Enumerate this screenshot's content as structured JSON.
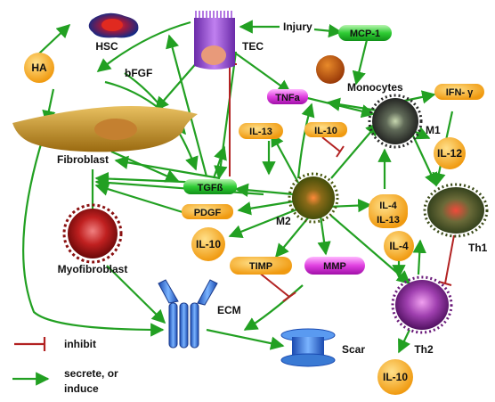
{
  "nodes": {
    "hsc": "HSC",
    "tec": "TEC",
    "injury": "Injury",
    "mcp1": "MCP-1",
    "ha": "HA",
    "bfgf": "bFGF",
    "monocytes": "Monocytes",
    "ifn": "IFN- γ",
    "tnfa": "TNFa",
    "m1": "M1",
    "fibroblast": "Fibroblast",
    "il13a": "IL-13",
    "il10a": "IL-10",
    "il12": "IL-12",
    "tgfb": "TGFß",
    "pdgf": "PDGF",
    "m2": "M2",
    "il4il13_a": "IL-4",
    "il4il13_b": "IL-13",
    "th1": "Th1",
    "myofibroblast": "Myofibroblast",
    "il10b": "IL-10",
    "il4b": "IL-4",
    "timp": "TIMP",
    "mmp": "MMP",
    "ecm": "ECM",
    "th2": "Th2",
    "scar": "Scar",
    "il10c": "IL-10"
  },
  "legend": {
    "inhibit": "inhibit",
    "secrete_line1": "secrete, or",
    "secrete_line2": "induce"
  },
  "colors": {
    "arrow": "#22a022",
    "inhibit": "#b22222",
    "orange_pill": "#f5a623",
    "green_pill": "#22c02a",
    "magenta_pill": "#e040e0",
    "fibroblast": "#d4a23a",
    "myofibroblast": "#c0282a",
    "m2_cell": "#6a7a1a",
    "th2_cell": "#8a2a9a",
    "ecm_scar": "#3a7ad4"
  }
}
